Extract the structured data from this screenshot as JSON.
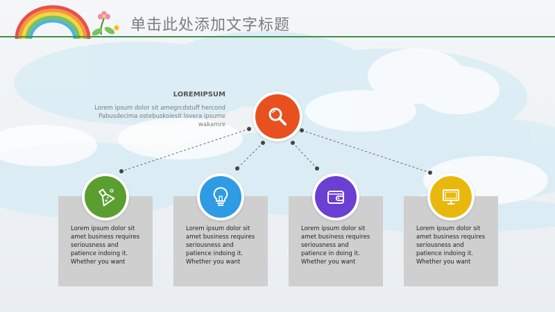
{
  "slide": {
    "title": "单击此处添加文字标题"
  },
  "main": {
    "heading": "LOREMIPSUM",
    "description": "Lorem ipsum dolor sit amegrcdstuff hercond Pabusdecima ostebuskoiesit lovera ipsume wakamre",
    "center_icon": "search-icon",
    "center_color": "#e8501f"
  },
  "cards": [
    {
      "icon": "flask-icon",
      "color": "#5a9e2f",
      "text": "Lorem ipsum dolor sit\namet business requires\nseriousness and\npatience indoing it.\nWhether you want"
    },
    {
      "icon": "lightbulb-icon",
      "color": "#2e9be4",
      "text": "Lorem ipsum dolor sit\namet business requires\nseriousness and\npatience indoing it.\nWhether you want"
    },
    {
      "icon": "wallet-icon",
      "color": "#6b3fd1",
      "text": "Lorem ipsum dolor sit\namet business requires\nseriousness and\npatience in doing it.\nWhether you want"
    },
    {
      "icon": "monitor-icon",
      "color": "#e9b80c",
      "text": "Lorem ipsum dolor sit\namet business requires\nseriousness and\npatience indoing it.\nWhether you want"
    }
  ]
}
